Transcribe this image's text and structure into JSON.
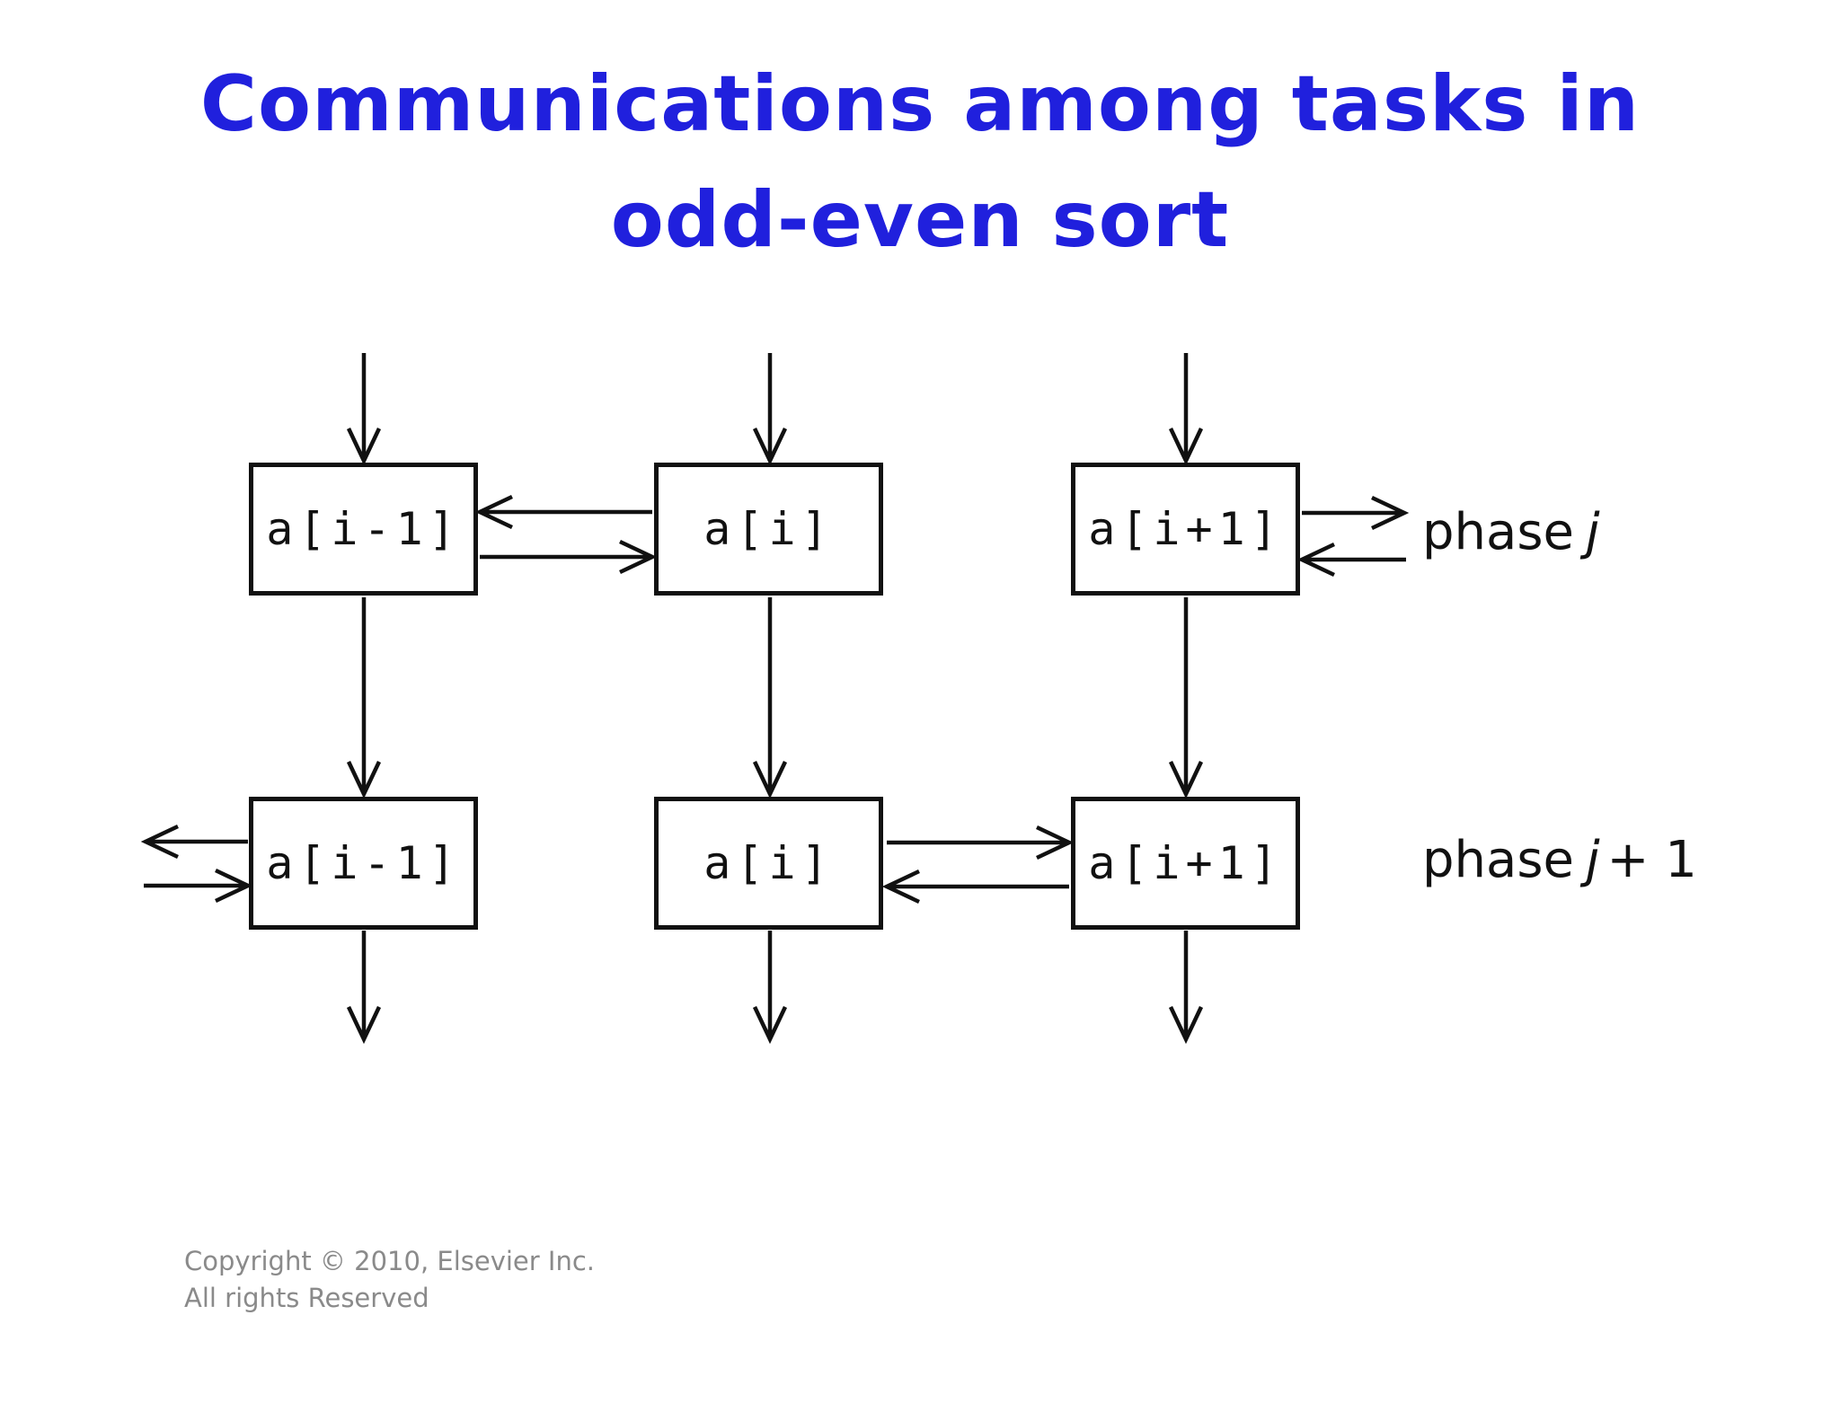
{
  "title": {
    "line1": "Communications among tasks in",
    "line2": "odd-even sort"
  },
  "diagram": {
    "phase_j": {
      "boxes": [
        "a[i-1]",
        "a[i]",
        "a[i+1]"
      ],
      "label": {
        "prefix": "phase",
        "variable": "j",
        "suffix": ""
      }
    },
    "phase_j_plus_1": {
      "boxes": [
        "a[i-1]",
        "a[i]",
        "a[i+1]"
      ],
      "label": {
        "prefix": "phase",
        "variable": "j",
        "suffix": "+ 1"
      }
    }
  },
  "footer": {
    "line1": "Copyright © 2010, Elsevier Inc.",
    "line2": "All rights Reserved"
  },
  "colors": {
    "title_blue": "#2020DD",
    "diagram_ink": "#111111",
    "footer_gray": "#8A8A8A",
    "background": "#FFFFFF"
  }
}
